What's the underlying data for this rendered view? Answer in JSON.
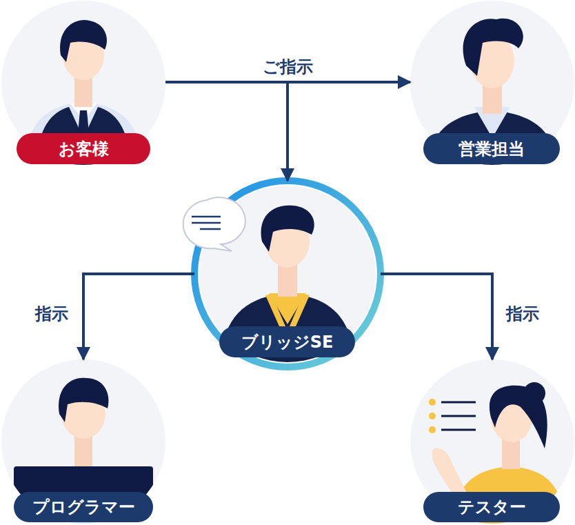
{
  "diagram": {
    "nodes": [
      {
        "text": [
          "お客様"
        ]
      },
      {
        "text": [
          "営業担当"
        ]
      },
      {
        "text": [
          "ブリッジSE"
        ]
      },
      {
        "text": [
          "プログラマー"
        ]
      },
      {
        "text": [
          "テスター"
        ]
      }
    ],
    "edges": [
      {
        "from": 0,
        "to": 1,
        "arrow": "to",
        "label": "ご指示"
      },
      {
        "from": 0,
        "to": 2,
        "arrow": "to"
      },
      {
        "from": 2,
        "to": 3,
        "arrow": "to",
        "label": "指示"
      },
      {
        "from": 2,
        "to": 4,
        "arrow": "to",
        "label": "指示"
      }
    ]
  }
}
